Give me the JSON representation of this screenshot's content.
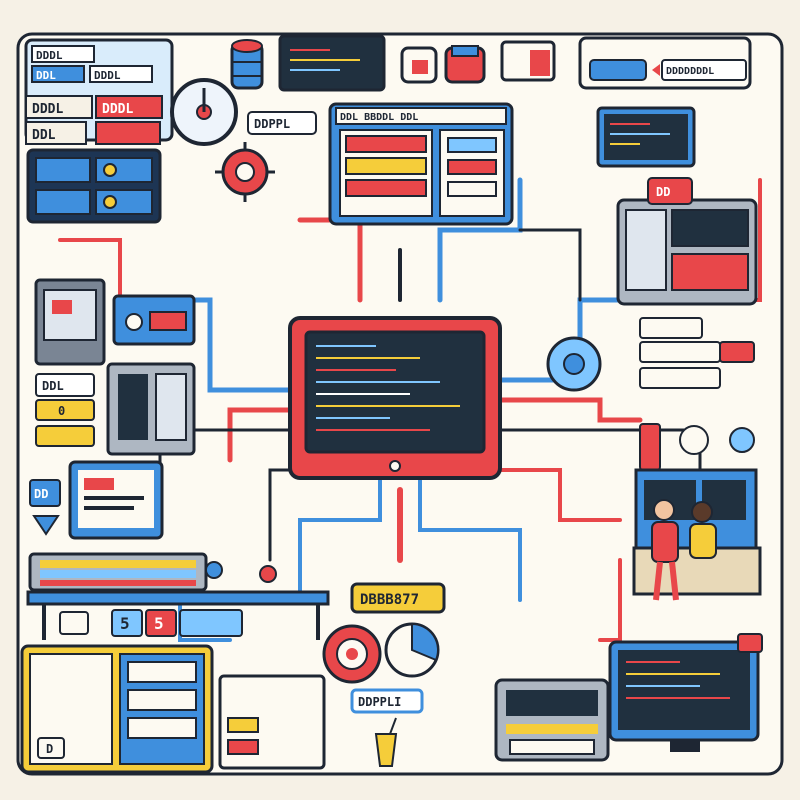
{
  "palette": {
    "background": "#f6f1e6",
    "red": "#e8474a",
    "blue": "#3f8fdd",
    "navy": "#1d3554",
    "yellow": "#f5cd3a",
    "screen": "#20303f",
    "ink": "#1e2633"
  },
  "labels": {
    "ddl_top_left": "DDDL",
    "ddl_row_a": "DDL",
    "ddl_row_b": "DDDL",
    "ddl_row_c": "DDDL",
    "ddl_row_d": "DDDL",
    "ddl_row_e": "DDL",
    "ddppl_tag": "DDPPL",
    "top_panel_header": "DDL BBDDL DDL",
    "right_top_tag": "DDDDDDDL",
    "left_panel_dl": "DDL",
    "left_panel_0": "0",
    "left_panel_d": "DD",
    "counter_5a": "5",
    "counter_5b": "5",
    "center_badge": "DBBB877",
    "bottom_tag": "DDPPLI",
    "bottom_left_d": "D",
    "right_machine_tag": "DD"
  },
  "icons": [
    "gear-icon",
    "clock-icon",
    "database-icon",
    "monitor-icon",
    "keyboard-icon",
    "person-icon",
    "cup-icon",
    "printer-icon"
  ]
}
